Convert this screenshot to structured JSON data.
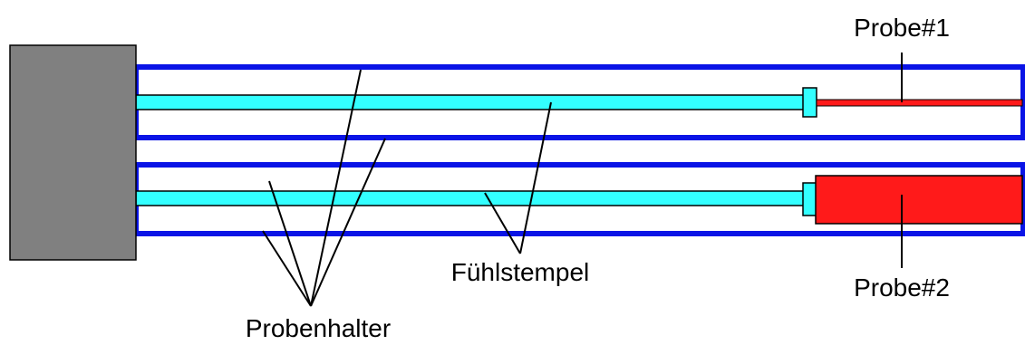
{
  "labels": {
    "probe1": "Probe#1",
    "probe2": "Probe#2",
    "fuehlstempel": "Fühlstempel",
    "probenhalter": "Probenhalter"
  },
  "colors": {
    "block": "#808080",
    "holder": "#0a14e6",
    "stempel": "#33ffff",
    "probe": "#ff1a1a",
    "line": "#000000"
  }
}
